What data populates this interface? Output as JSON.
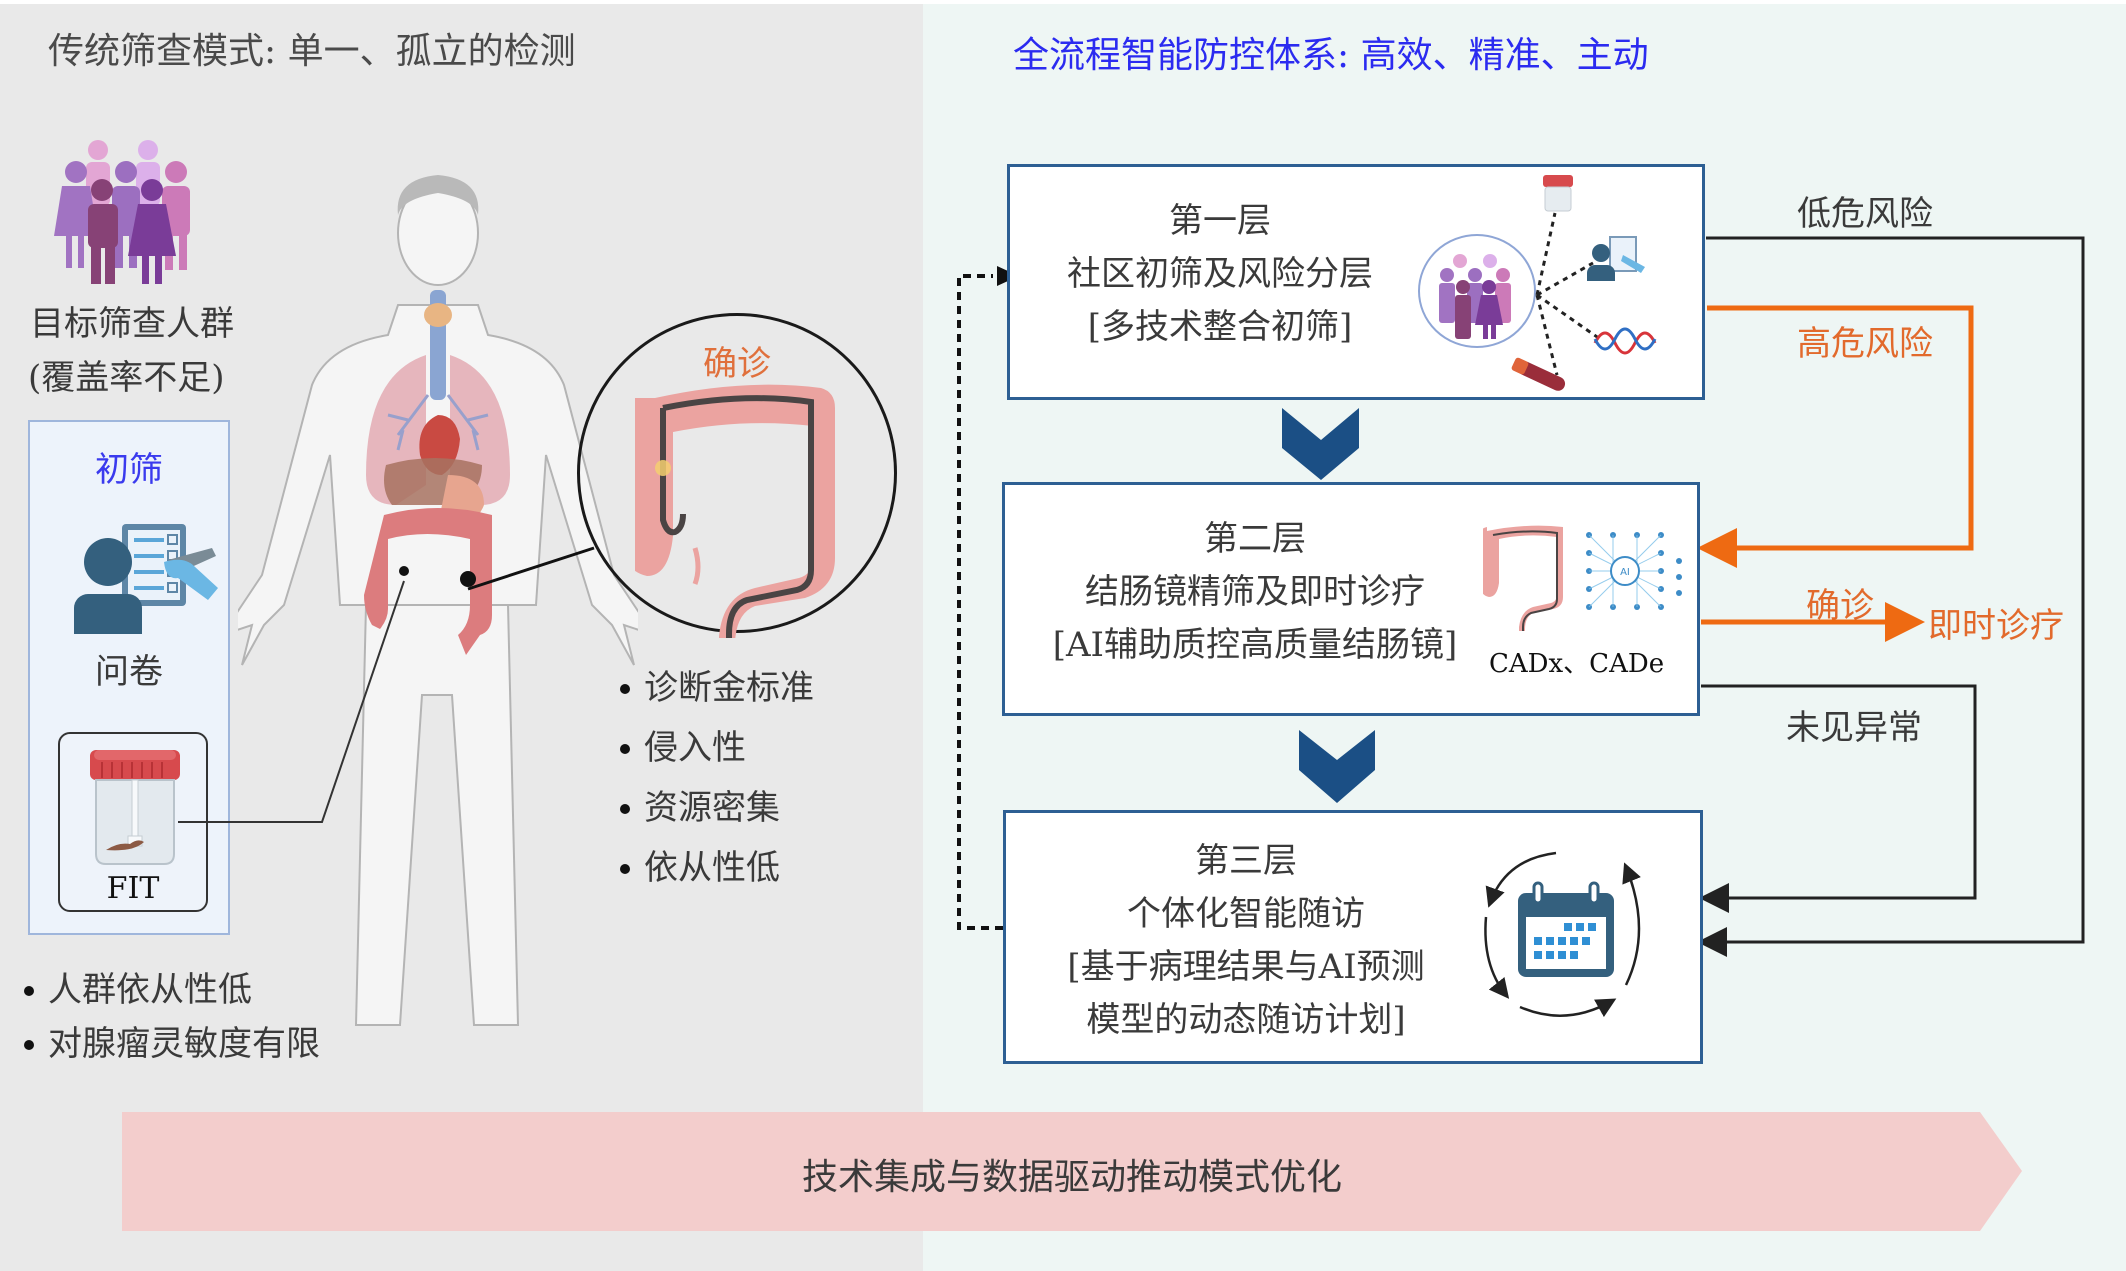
{
  "left_panel": {
    "title": "传统筛查模式: 单一、孤立的检测",
    "population": {
      "icon": "people-group-icon",
      "label_line1": "目标筛查人群",
      "label_line2": "(覆盖率不足)"
    },
    "screening_box": {
      "title": "初筛",
      "questionnaire_icon": "questionnaire-person-icon",
      "questionnaire_label": "问卷",
      "fit_icon": "stool-sample-jar-icon",
      "fit_label": "FIT"
    },
    "screening_drawbacks": [
      "人群依从性低",
      "对腺瘤灵敏度有限"
    ],
    "body_figure": "human-anatomy-icon",
    "colonoscopy_circle": {
      "label": "确诊",
      "icon": "colon-with-endoscope-icon"
    },
    "colonoscopy_traits": [
      "诊断金标准",
      "侵入性",
      "资源密集",
      "依从性低"
    ]
  },
  "right_panel": {
    "title": "全流程智能防控体系: 高效、精准、主动",
    "layers": [
      {
        "heading": "第一层",
        "name": "社区初筛及风险分层",
        "detail": "[多技术整合初筛]",
        "icon": "multi-technology-screening-icon"
      },
      {
        "heading": "第二层",
        "name": "结肠镜精筛及即时诊疗",
        "detail": "[AI辅助质控高质量结肠镜]",
        "icon": "colon-ai-network-icon",
        "icon_caption": "CADx、CADe"
      },
      {
        "heading": "第三层",
        "name": "个体化智能随访",
        "detail_line1": "[基于病理结果与AI预测",
        "detail_line2": "模型的动态随访计划]",
        "icon": "calendar-cycle-icon"
      }
    ],
    "flows": {
      "low_risk": "低危风险",
      "high_risk": "高危风险",
      "confirmed": "确诊",
      "immediate_treatment": "即时诊疗",
      "no_abnormality": "未见异常"
    },
    "colors": {
      "layer_border": "#2d5f93",
      "chevron": "#1b4f85",
      "orange_flow": "#ee6a12",
      "dark_flow": "#222222",
      "title_blue": "#2b2bf0"
    }
  },
  "banner": {
    "text": "技术集成与数据驱动推动模式优化",
    "color": "#f3cdcc"
  }
}
